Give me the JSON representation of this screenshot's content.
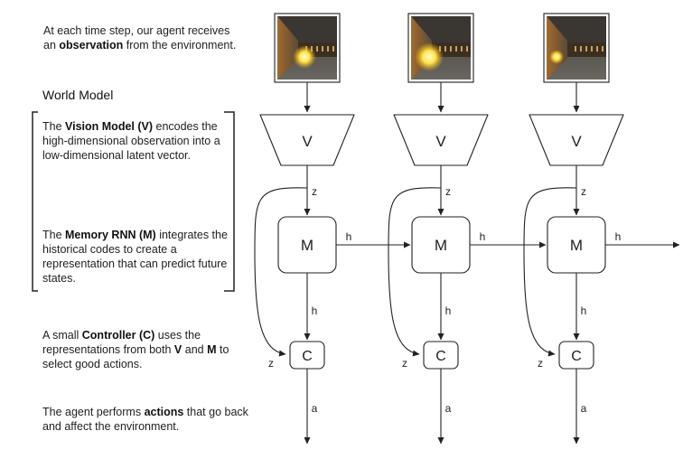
{
  "left_text": {
    "observation": {
      "pre": "At each time step, our agent receives an ",
      "bold": "observation",
      "post": " from the environment."
    },
    "world_model_heading": "World Model",
    "vision": {
      "pre": "The ",
      "bold": "Vision Model (V)",
      "post": " encodes the high-dimensional observation into a low-dimensional latent vector."
    },
    "memory": {
      "pre": "The ",
      "bold": "Memory RNN (M)",
      "post": " integrates the historical codes to create a representation that can predict future states."
    },
    "controller": {
      "pre": "A small ",
      "bold": "Controller (C)",
      "mid": " uses the representations from both ",
      "bold2": "V",
      "and": " and ",
      "bold3": "M",
      "post": " to select good actions."
    },
    "actions": {
      "pre": "The agent performs ",
      "bold": "actions",
      "post": " that go back and affect the environment."
    }
  },
  "diagram": {
    "node_labels": {
      "vision": "V",
      "memory": "M",
      "controller": "C"
    },
    "edge_labels": {
      "z": "z",
      "h": "h",
      "a": "a"
    },
    "timesteps": 3
  }
}
